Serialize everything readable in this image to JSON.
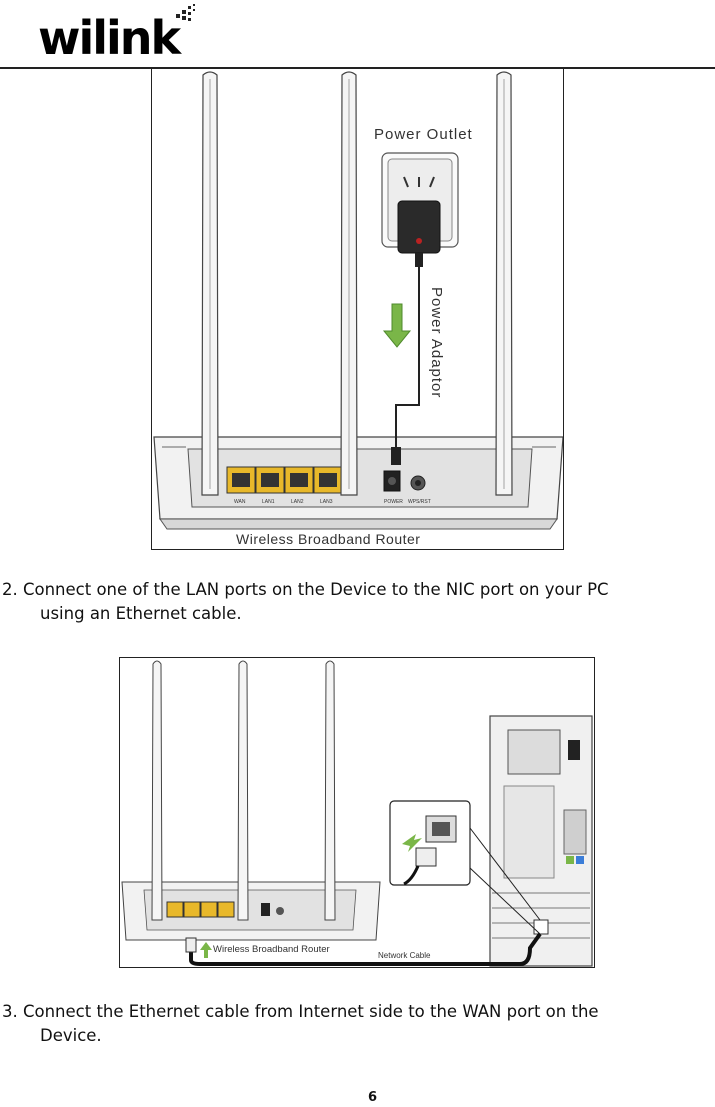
{
  "brand": {
    "logo_text": "wilink"
  },
  "figure1": {
    "power_outlet_label": "Power Outlet",
    "power_adaptor_label": "Power Adaptor",
    "router_label": "Wireless Broadband Router",
    "port_labels": [
      "WAN",
      "LAN1",
      "LAN2",
      "LAN3"
    ],
    "power_label": "POWER",
    "wps_label": "WPS/RST"
  },
  "step2": {
    "line1": "2. Connect one of the LAN ports on the Device to the NIC port on your PC",
    "line2": "using an Ethernet cable."
  },
  "figure2": {
    "router_label": "Wireless Broadband Router",
    "cable_label": "Network Cable"
  },
  "step3": {
    "line1": "3. Connect the Ethernet cable from Internet side to the WAN port on the",
    "line2": "Device."
  },
  "page_number": "6",
  "colors": {
    "port_yellow": "#e8b82a",
    "arrow_green": "#7ab648",
    "ink": "#222222"
  }
}
